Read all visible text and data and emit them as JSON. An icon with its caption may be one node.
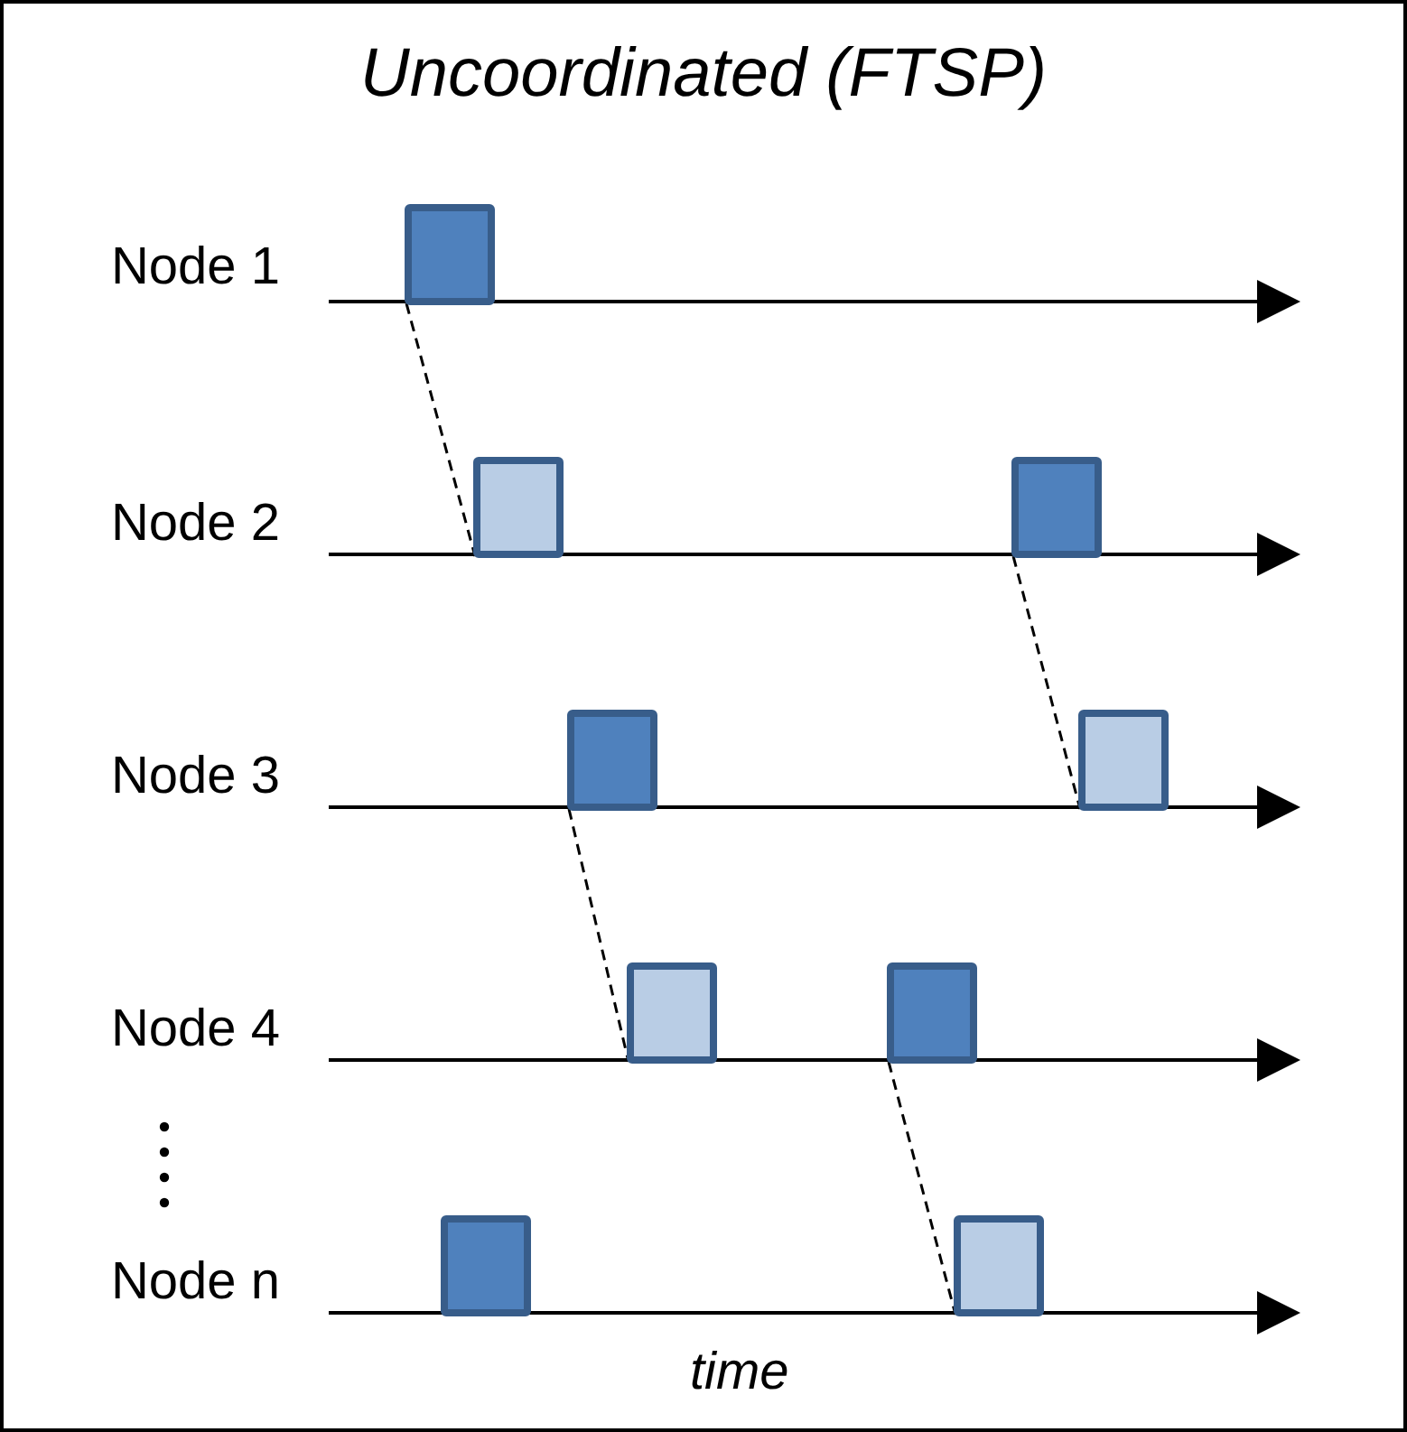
{
  "diagram": {
    "title": "Uncoordinated (FTSP)",
    "nodes": [
      {
        "text": [],
        "shape": "box"
      },
      {
        "text": [],
        "shape": "box"
      },
      {
        "text": [],
        "shape": "box"
      },
      {
        "text": [],
        "shape": "box"
      },
      {
        "text": [],
        "shape": "box"
      },
      {
        "text": [],
        "shape": "box"
      },
      {
        "text": [],
        "shape": "box"
      },
      {
        "text": [],
        "shape": "box"
      },
      {
        "text": [],
        "shape": "box"
      }
    ],
    "edges": [
      {
        "from": 0,
        "to": 1,
        "arrow": "none",
        "style": "dashed"
      },
      {
        "from": 2,
        "to": 4,
        "arrow": "none",
        "style": "dashed"
      },
      {
        "from": 3,
        "to": 5,
        "arrow": "none",
        "style": "dashed"
      },
      {
        "from": 6,
        "to": 8,
        "arrow": "none",
        "style": "dashed"
      }
    ],
    "labels": [
      "Node 1",
      "Node 2",
      "Node 3",
      "Node 4",
      "Node n",
      "time"
    ]
  }
}
